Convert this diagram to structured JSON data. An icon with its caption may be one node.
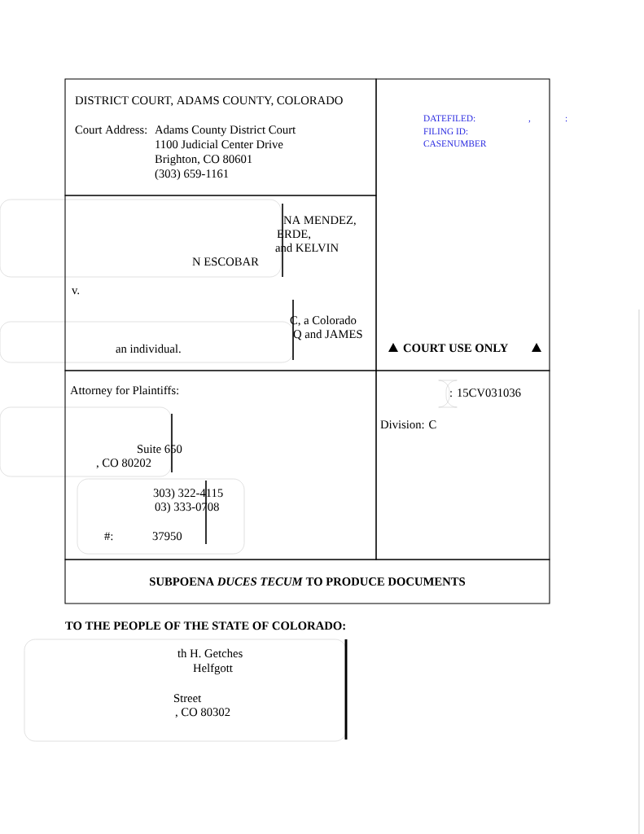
{
  "diagram": {
    "title": "SUBPOENA *DUCES TECUM* TO PRODUCE DOCUMENTS",
    "nodes": [
      {
        "text": [
          "DISTRICT COURT, ADAMS COUNTY, COLORADO",
          "Court Address:",
          "Adams County District Court",
          "1100 Judicial Center Drive",
          "Brighton, CO 80601",
          "(303) 659-1161"
        ]
      },
      {
        "text": [
          "DATEFILED:",
          ",",
          ":",
          "FILING ID:",
          "CASENUMBER",
          "COURT USE ONLY"
        ]
      },
      {
        "text": [
          "NA MENDEZ,",
          "ERDE,",
          "and KELVIN",
          "N ESCOBAR",
          "v.",
          "C, a Colorado",
          "Q and JAMES",
          "an individual."
        ]
      },
      {
        "text": [
          "Attorney for Plaintiffs:",
          "Suite 650",
          ", CO 80202",
          "303) 322-4115",
          "03) 333-0708",
          "#:",
          "37950"
        ]
      },
      {
        "text": [
          ": 15CV031036",
          "Division: C"
        ]
      }
    ],
    "labels": [
      "TO THE PEOPLE OF THE STATE OF COLORADO:",
      "th H. Getches",
      "Helfgott",
      "Street",
      ", CO 80302"
    ]
  }
}
